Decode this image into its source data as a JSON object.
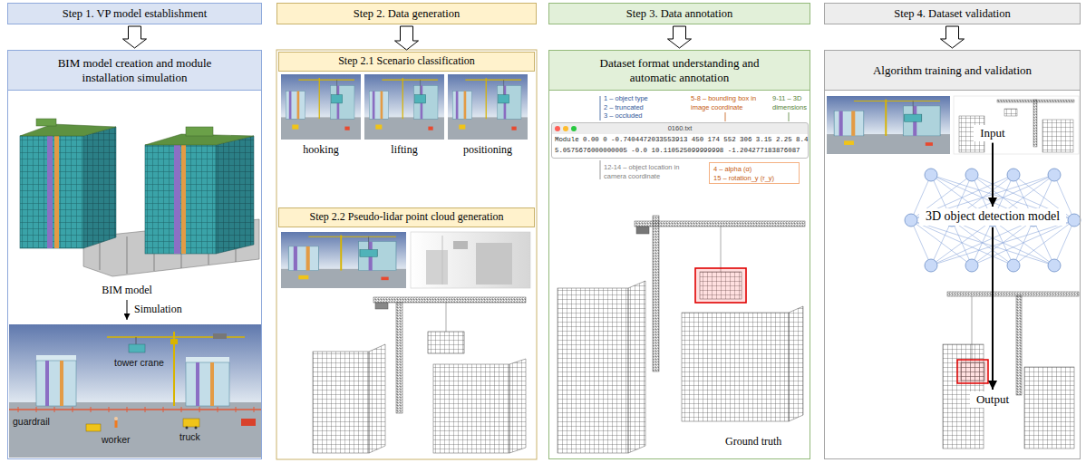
{
  "diagram": {
    "nodes": [
      {
        "text": [
          "Step 1. VP model establishment"
        ]
      },
      {
        "text": [
          "Step 2. Data generation"
        ]
      },
      {
        "text": [
          "Step 3. Data annotation"
        ]
      },
      {
        "text": [
          "Step 4. Dataset validation"
        ]
      },
      {
        "text": [
          "BIM model creation and module installation simulation"
        ]
      },
      {
        "text": [
          "Step 2.1 Scenario classification"
        ]
      },
      {
        "text": [
          "Step 2.2 Pseudo-lidar point cloud generation"
        ]
      },
      {
        "text": [
          "Dataset format understanding and automatic annotation"
        ]
      },
      {
        "text": [
          "0160.txt",
          "Module 0.00 0 -0.7404472033553913 450 174 552 306 3.15 2.25 8.4",
          "5.0575676000000005 -0.0 10.110525099999998 -1.204277183876087"
        ],
        "in": 7
      },
      {
        "text": [
          "4 – alpha (α)",
          "15 – rotation_y (r_y)"
        ],
        "in": 7
      },
      {
        "text": [
          "Algorithm training and validation"
        ]
      },
      {
        "text": [
          "Input"
        ],
        "in": 10
      },
      {
        "text": [
          "3D object detection model"
        ],
        "in": 10
      },
      {
        "text": [
          "Output"
        ],
        "in": 10
      }
    ],
    "edges": [
      {
        "from": 0,
        "to": 4,
        "arrow": "to"
      },
      {
        "from": 1,
        "to": 5,
        "arrow": "to"
      },
      {
        "from": 2,
        "to": 7,
        "arrow": "to"
      },
      {
        "from": 3,
        "to": 10,
        "arrow": "to"
      },
      {
        "from": 11,
        "to": 12,
        "arrow": "to"
      },
      {
        "from": 12,
        "to": 13,
        "arrow": "to"
      }
    ],
    "labels": [
      "BIM model",
      "Simulation",
      "tower crane",
      "guardrail",
      "worker",
      "truck",
      "hooking",
      "lifting",
      "positioning",
      "1 – object type",
      "2 – truncated",
      "3 – occluded",
      "5-8 – bounding box in image coordinate",
      "9-11 – 3D dimensions",
      "12-14 – object location in camera coordinate",
      "Ground truth"
    ]
  }
}
